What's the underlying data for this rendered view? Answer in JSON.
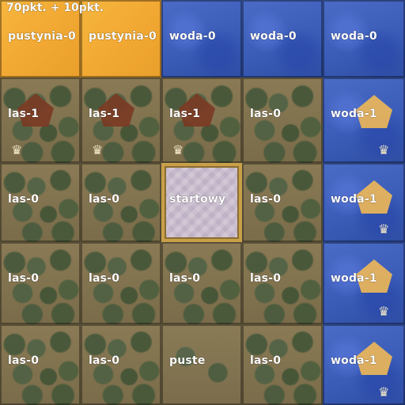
{
  "score": "70pkt. + 10pkt.",
  "rows": [
    [
      {
        "label": "pustynia-0",
        "terrain": "desert"
      },
      {
        "label": "pustynia-0",
        "terrain": "desert"
      },
      {
        "label": "woda-0",
        "terrain": "water"
      },
      {
        "label": "woda-0",
        "terrain": "water"
      },
      {
        "label": "woda-0",
        "terrain": "water"
      }
    ],
    [
      {
        "label": "las-1",
        "terrain": "forest",
        "crown": true
      },
      {
        "label": "las-1",
        "terrain": "forest",
        "crown": true
      },
      {
        "label": "las-1",
        "terrain": "forest",
        "crown": true
      },
      {
        "label": "las-0",
        "terrain": "forest"
      },
      {
        "label": "woda-1",
        "terrain": "water",
        "crown": true
      }
    ],
    [
      {
        "label": "las-0",
        "terrain": "forest"
      },
      {
        "label": "las-0",
        "terrain": "forest"
      },
      {
        "label": "startowy",
        "terrain": "start"
      },
      {
        "label": "las-0",
        "terrain": "forest"
      },
      {
        "label": "woda-1",
        "terrain": "water",
        "crown": true
      }
    ],
    [
      {
        "label": "las-0",
        "terrain": "forest"
      },
      {
        "label": "las-0",
        "terrain": "forest"
      },
      {
        "label": "las-0",
        "terrain": "forest"
      },
      {
        "label": "las-0",
        "terrain": "forest"
      },
      {
        "label": "woda-1",
        "terrain": "water",
        "crown": true
      }
    ],
    [
      {
        "label": "las-0",
        "terrain": "forest"
      },
      {
        "label": "las-0",
        "terrain": "forest"
      },
      {
        "label": "puste",
        "terrain": "empty"
      },
      {
        "label": "las-0",
        "terrain": "forest"
      },
      {
        "label": "woda-1",
        "terrain": "water",
        "crown": true
      }
    ]
  ]
}
